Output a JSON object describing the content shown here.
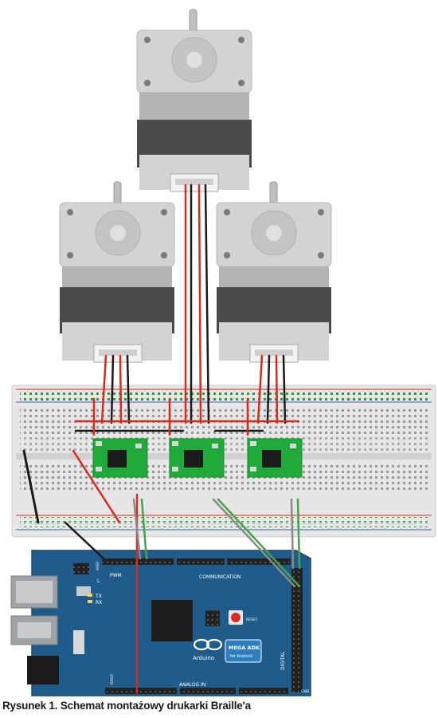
{
  "caption": "Rysunek 1. Schemat montażowy drukarki Braille'a",
  "components": {
    "motors": [
      "stepper-motor-1",
      "stepper-motor-2",
      "stepper-motor-3"
    ],
    "drivers": [
      "stepper-driver-1",
      "stepper-driver-2",
      "stepper-driver-3"
    ],
    "breadboard": "breadboard",
    "board": "arduino-mega-adk"
  },
  "board_labels": {
    "communication": "COMMUNICATION",
    "analog_in": "ANALOG IN",
    "digital": "DIGITAL",
    "pwm": "PWM",
    "tx": "TX",
    "rx": "RX",
    "l": "L",
    "reset": "RESET",
    "logo_text": "Arduino",
    "badge_title": "MEGA ADK",
    "badge_sub": "for Android",
    "ioref": "IOREF",
    "aref": "AREF",
    "gnd": "GND"
  },
  "colors": {
    "board_blue": "#1f5c8c",
    "motor_body": "#d3d3d3",
    "motor_dark": "#4a4a4a",
    "driver_green": "#1faa3a",
    "wire_red": "#d62b1f",
    "wire_black": "#1a1a1a",
    "wire_green": "#46a34a",
    "wire_gray": "#8a8a8a"
  }
}
